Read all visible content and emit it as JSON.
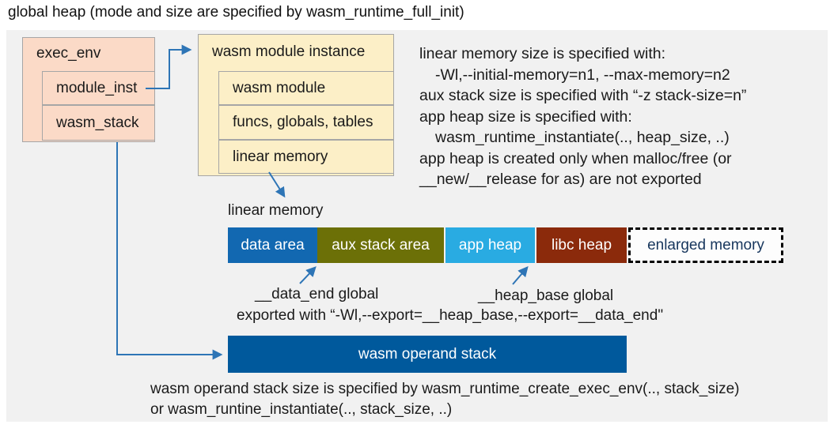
{
  "title": "global heap (mode and size are specified by wasm_runtime_full_init)",
  "exec_env": {
    "label": "exec_env",
    "module_inst": "module_inst",
    "wasm_stack": "wasm_stack"
  },
  "module_instance": {
    "label": "wasm module instance",
    "row1": "wasm module",
    "row2": "funcs, globals, tables",
    "row3": "linear memory"
  },
  "notes": {
    "line1": "linear memory size is specified with:",
    "line2": "-Wl,--initial-memory=n1, --max-memory=n2",
    "line3": "aux stack size is specified with “-z stack-size=n”",
    "line4": "app heap size is specified with:",
    "line5": "wasm_runtime_instantiate(.., heap_size, ..)",
    "line6": "app heap is created only when malloc/free (or",
    "line7": "__new/__release for as) are not exported"
  },
  "linear_memory": {
    "label": "linear memory",
    "segments": {
      "data_area": {
        "label": "data area",
        "color": "#1268B1"
      },
      "aux_stack": {
        "label": "aux stack area",
        "color": "#6C7007"
      },
      "app_heap": {
        "label": "app heap",
        "color": "#29ABE2"
      },
      "libc_heap": {
        "label": "libc heap",
        "color": "#8B2A0B"
      },
      "enlarged": {
        "label": "enlarged memory",
        "color": "#FDFDFD",
        "text_color": "#17365D"
      }
    },
    "data_end_label": "__data_end global",
    "heap_base_label": "__heap_base global",
    "export_note": "exported with “-Wl,--export=__heap_base,--export=__data_end\""
  },
  "operand_stack": {
    "label": "wasm operand stack",
    "note1": "wasm operand stack size is specified by wasm_runtime_create_exec_env(.., stack_size)",
    "note2": "or wasm_runtine_instantiate(.., stack_size, ..)"
  },
  "colors": {
    "panel_bg": "#F1F1F1",
    "box_pink": "#FBDAC7",
    "box_cream": "#FCEFC7",
    "box_border": "#A6A6A6",
    "arrow": "#2E75B6",
    "operand_stack_bg": "#00599C"
  }
}
